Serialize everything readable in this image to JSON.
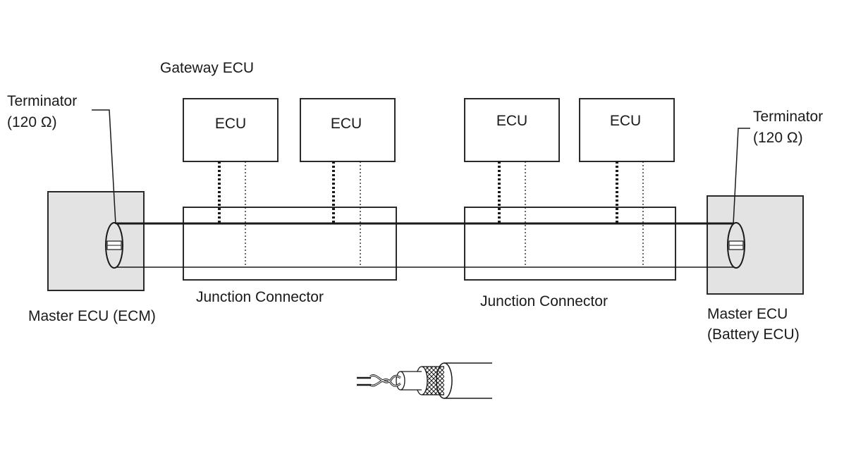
{
  "labels": {
    "gateway": "Gateway ECU",
    "ecu": "ECU",
    "terminator": "Terminator",
    "terminator_value": "(120 Ω)",
    "junction": "Junction Connector",
    "master_left": "Master ECU (ECM)",
    "master_right_line1": "Master ECU",
    "master_right_line2": "(Battery ECU)"
  }
}
